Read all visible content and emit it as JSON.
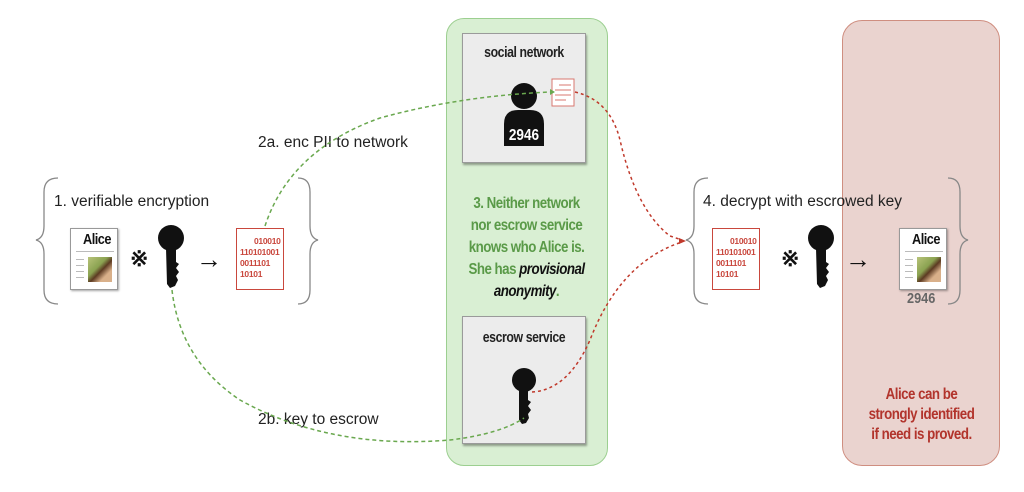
{
  "steps": {
    "step1": "1. verifiable encryption",
    "step2a": "2a. enc PII to network",
    "step2b": "2b. key to escrow",
    "step4": "4. decrypt with escrowed key"
  },
  "social_network": {
    "title": "social network",
    "user_id": "2946"
  },
  "escrow_service": {
    "title": "escrow service"
  },
  "green_note": {
    "line1": "3. Neither network",
    "line2": "nor escrow service",
    "line3": "knows who Alice is.",
    "line4_prefix": "She has ",
    "line4_em": "provisional",
    "line5_em": "anonymity",
    "line5_suffix": "."
  },
  "red_note": {
    "line1": "Alice can be",
    "line2": "strongly identified",
    "line3": "if need is proved."
  },
  "alice_doc": {
    "name": "Alice"
  },
  "encrypted_doc": {
    "lines": [
      "010010",
      "110101001",
      "0011101",
      "10101"
    ]
  },
  "decrypted": {
    "name": "Alice",
    "id": "2946"
  },
  "symbols": {
    "combine": "※",
    "arrow": "→"
  },
  "icons": {
    "key": "key-icon",
    "person": "person-icon",
    "document": "document-icon",
    "encrypted-document": "encrypted-document-icon"
  },
  "colors": {
    "green_panel": "#d9efd3",
    "green_text": "#5a9a48",
    "green_dash": "#6aa84f",
    "red_panel": "#ead3cf",
    "red_text": "#b2342c",
    "red_dash": "#c0392b",
    "encrypted": "#c9473d"
  }
}
